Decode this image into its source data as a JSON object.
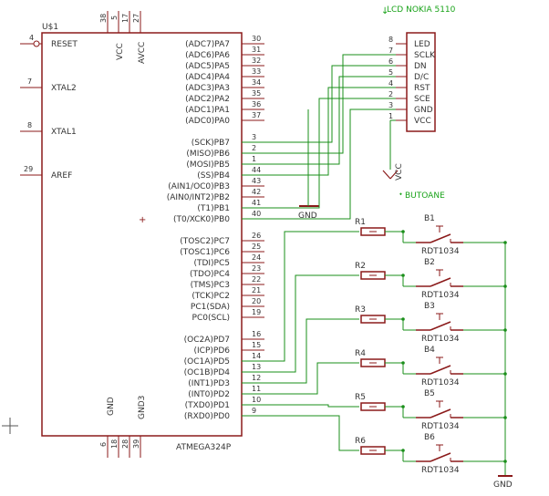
{
  "colors": {
    "background": "#ffffff",
    "component": "#8b1a1a",
    "wire": "#1a8f1a",
    "text": "#333333",
    "net_label": "#19a319"
  },
  "mcu": {
    "name": "U$1",
    "part": "ATMEGA324P",
    "left_pins": [
      {
        "num": "4",
        "label": "RESET"
      },
      {
        "num": "7",
        "label": "XTAL2"
      },
      {
        "num": "8",
        "label": "XTAL1"
      },
      {
        "num": "29",
        "label": "AREF"
      }
    ],
    "top_pins": [
      {
        "num": "38",
        "label": "VCC"
      },
      {
        "num": "5",
        "label": ""
      },
      {
        "num": "17",
        "label": "AVCC"
      },
      {
        "num": "27",
        "label": ""
      }
    ],
    "bottom_pins": [
      {
        "num": "6",
        "label": "GND"
      },
      {
        "num": "18",
        "label": ""
      },
      {
        "num": "28",
        "label": "GND3"
      },
      {
        "num": "39",
        "label": ""
      }
    ],
    "right_pins": [
      {
        "num": "30",
        "label": "(ADC7)PA7"
      },
      {
        "num": "31",
        "label": "(ADC6)PA6"
      },
      {
        "num": "32",
        "label": "(ADC5)PA5"
      },
      {
        "num": "33",
        "label": "(ADC4)PA4"
      },
      {
        "num": "34",
        "label": "(ADC3)PA3"
      },
      {
        "num": "35",
        "label": "(ADC2)PA2"
      },
      {
        "num": "36",
        "label": "(ADC1)PA1"
      },
      {
        "num": "37",
        "label": "(ADC0)PA0"
      },
      {
        "num": "3",
        "label": "(SCK)PB7"
      },
      {
        "num": "2",
        "label": "(MISO)PB6"
      },
      {
        "num": "1",
        "label": "(MOSI)PB5"
      },
      {
        "num": "44",
        "label": "(SS)PB4"
      },
      {
        "num": "43",
        "label": "(AIN1/OC0)PB3"
      },
      {
        "num": "42",
        "label": "(AIN0/INT2)PB2"
      },
      {
        "num": "41",
        "label": "(T1)PB1"
      },
      {
        "num": "40",
        "label": "(T0/XCK0)PB0"
      },
      {
        "num": "26",
        "label": "(TOSC2)PC7"
      },
      {
        "num": "25",
        "label": "(TOSC1)PC6"
      },
      {
        "num": "24",
        "label": "(TDI)PC5"
      },
      {
        "num": "23",
        "label": "(TDO)PC4"
      },
      {
        "num": "22",
        "label": "(TMS)PC3"
      },
      {
        "num": "21",
        "label": "(TCK)PC2"
      },
      {
        "num": "20",
        "label": "PC1(SDA)"
      },
      {
        "num": "19",
        "label": "PC0(SCL)"
      },
      {
        "num": "16",
        "label": "(OC2A)PD7"
      },
      {
        "num": "15",
        "label": "(ICP)PD6"
      },
      {
        "num": "14",
        "label": "(OC1A)PD5"
      },
      {
        "num": "13",
        "label": "(OC1B)PD4"
      },
      {
        "num": "12",
        "label": "(INT1)PD3"
      },
      {
        "num": "11",
        "label": "(INT0)PD2"
      },
      {
        "num": "10",
        "label": "(TXD0)PD1"
      },
      {
        "num": "9",
        "label": "(RXD0)PD0"
      }
    ]
  },
  "lcd": {
    "title": "LCD NOKIA 5110",
    "pins": [
      {
        "num": "8",
        "label": "LED"
      },
      {
        "num": "7",
        "label": "SCLK"
      },
      {
        "num": "6",
        "label": "DN"
      },
      {
        "num": "5",
        "label": "D/C"
      },
      {
        "num": "4",
        "label": "RST"
      },
      {
        "num": "2",
        "label": "SCE"
      },
      {
        "num": "3",
        "label": "GND"
      },
      {
        "num": "1",
        "label": "VCC"
      }
    ]
  },
  "vcc_label": "VCC",
  "gnd_mid_label": "GND",
  "gnd_bottom_label": "GND",
  "buttons_label": "BUTOANE",
  "resistors": [
    "R1",
    "R2",
    "R3",
    "R4",
    "R5",
    "R6"
  ],
  "buttons": [
    {
      "name": "B1",
      "part": "RDT1034"
    },
    {
      "name": "B2",
      "part": "RDT1034"
    },
    {
      "name": "B3",
      "part": "RDT1034"
    },
    {
      "name": "B4",
      "part": "RDT1034"
    },
    {
      "name": "B5",
      "part": "RDT1034"
    },
    {
      "name": "B6",
      "part": "RDT1034"
    }
  ]
}
